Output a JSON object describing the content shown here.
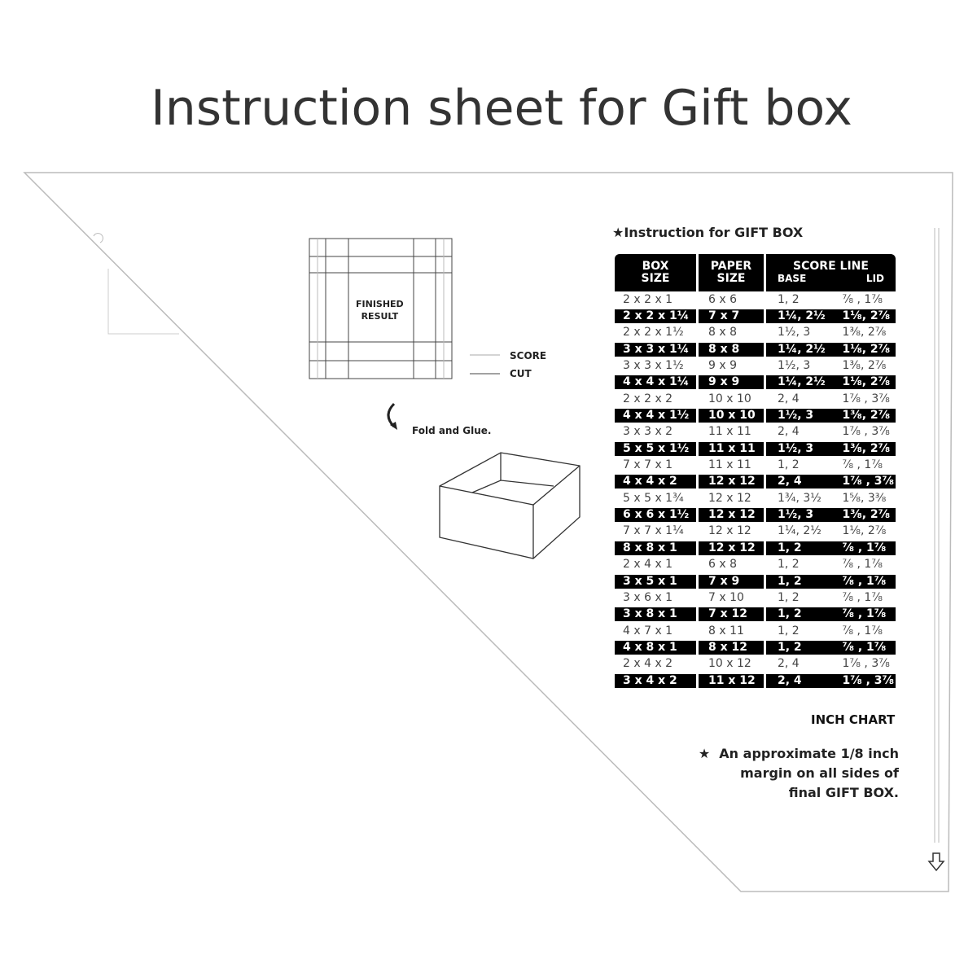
{
  "title": {
    "main": "Instruction sheet for ",
    "bold": "Gift box"
  },
  "instruction_heading": "★Instruction for GIFT BOX",
  "diagram": {
    "finished_result": "FINISHED\nRESULT",
    "score": "SCORE",
    "cut": "CUT",
    "fold": "Fold and Glue."
  },
  "table": {
    "headers": {
      "box": "BOX\nSIZE",
      "paper": "PAPER\nSIZE",
      "score": "SCORE LINE",
      "base": "BASE",
      "lid": "LID"
    },
    "rows": [
      [
        "2 x 2 x 1",
        "6 x 6",
        "1, 2",
        "⅞ , 1⅞"
      ],
      [
        "2 x 2 x 1¼",
        "7 x 7",
        "1¼, 2½",
        "1⅛, 2⅞"
      ],
      [
        "2 x 2 x 1½",
        "8 x 8",
        "1½, 3",
        "1⅜, 2⅞"
      ],
      [
        "3 x 3 x 1¼",
        "8 x 8",
        "1¼, 2½",
        "1⅛, 2⅞"
      ],
      [
        "3 x 3 x 1½",
        "9 x 9",
        "1½, 3",
        "1⅜, 2⅞"
      ],
      [
        "4 x 4 x 1¼",
        "9 x 9",
        "1¼, 2½",
        "1⅛, 2⅞"
      ],
      [
        "2 x 2 x 2",
        "10 x 10",
        "2, 4",
        "1⅞ , 3⅞"
      ],
      [
        "4 x 4 x 1½",
        "10 x 10",
        "1½, 3",
        "1⅜, 2⅞"
      ],
      [
        "3 x 3 x 2",
        "11 x 11",
        "2, 4",
        "1⅞ , 3⅞"
      ],
      [
        "5 x 5 x 1½",
        "11 x 11",
        "1½, 3",
        "1⅜, 2⅞"
      ],
      [
        "7 x 7 x 1",
        "11 x 11",
        "1, 2",
        "⅞ , 1⅞"
      ],
      [
        "4 x 4 x 2",
        "12 x 12",
        "2, 4",
        "1⅞ , 3⅞"
      ],
      [
        "5 x 5 x 1¾",
        "12 x 12",
        "1¾, 3½",
        "1⅝, 3⅜"
      ],
      [
        "6 x 6 x 1½",
        "12 x 12",
        "1½, 3",
        "1⅜, 2⅞"
      ],
      [
        "7 x 7 x 1¼",
        "12 x 12",
        "1¼, 2½",
        "1⅛, 2⅞"
      ],
      [
        "8 x 8 x 1",
        "12 x 12",
        "1, 2",
        "⅞ , 1⅞"
      ],
      [
        "2 x 4 x 1",
        "6 x 8",
        "1, 2",
        "⅞ , 1⅞"
      ],
      [
        "3 x 5 x 1",
        "7 x 9",
        "1, 2",
        "⅞ , 1⅞"
      ],
      [
        "3 x 6 x 1",
        "7 x 10",
        "1, 2",
        "⅞ , 1⅞"
      ],
      [
        "3 x 8 x 1",
        "7 x 12",
        "1, 2",
        "⅞ , 1⅞"
      ],
      [
        "4 x 7 x 1",
        "8 x 11",
        "1, 2",
        "⅞ , 1⅞"
      ],
      [
        "4 x 8 x 1",
        "8 x 12",
        "1, 2",
        "⅞ , 1⅞"
      ],
      [
        "2 x 4 x 2",
        "10 x 12",
        "2, 4",
        "1⅞ , 3⅞"
      ],
      [
        "3 x 4 x 2",
        "11 x 12",
        "2, 4",
        "1⅞ , 3⅞"
      ]
    ]
  },
  "inch_chart": "INCH CHART",
  "note": "★  An approximate 1/8 inch\nmargin on all sides of\nfinal GIFT BOX."
}
